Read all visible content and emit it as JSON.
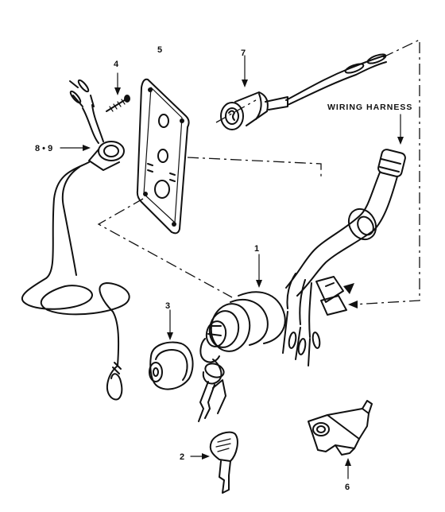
{
  "diagram": {
    "labels": {
      "wiring_harness": "WIRING HARNESS",
      "part_1": "1",
      "part_2": "2",
      "part_3": "3",
      "part_4": "4",
      "part_5": "5",
      "part_6": "6",
      "part_7": "7",
      "part_8_9": "8 • 9"
    }
  }
}
